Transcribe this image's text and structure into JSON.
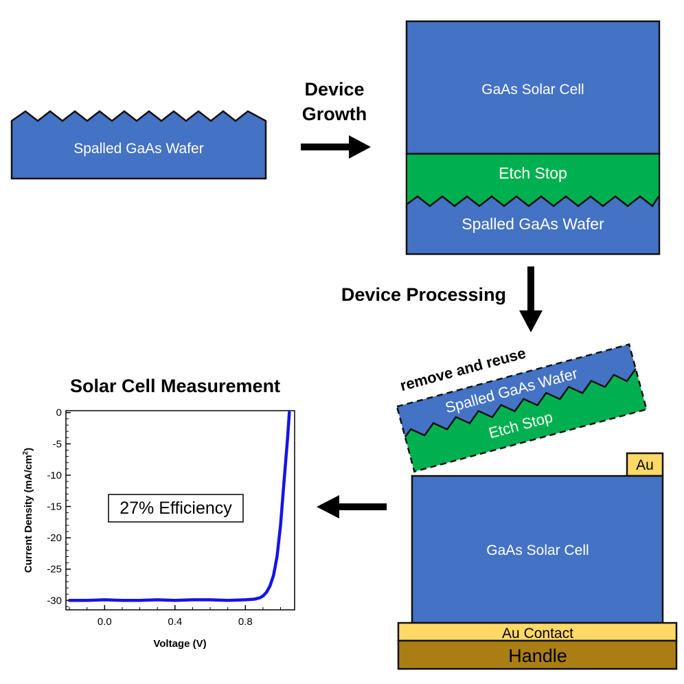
{
  "step1": {
    "wafer_label": "Spalled GaAs Wafer"
  },
  "arrow1": {
    "line1": "Device",
    "line2": "Growth"
  },
  "step2": {
    "cell_label": "GaAs Solar Cell",
    "etch_label": "Etch Stop",
    "wafer_label": "Spalled GaAs Wafer"
  },
  "arrow2": {
    "label": "Device Processing"
  },
  "step3": {
    "remove_label": "remove and reuse",
    "wafer_label": "Spalled GaAs Wafer",
    "etch_label": "Etch Stop",
    "au_label": "Au",
    "cell_label": "GaAs Solar Cell",
    "contact_label": "Au Contact",
    "handle_label": "Handle"
  },
  "plot": {
    "title": "Solar Cell Measurement",
    "annotation": "27% Efficiency"
  },
  "colors": {
    "gaas": "#4472C4",
    "etch": "#00B050",
    "au": "#FFD966",
    "handle": "#AB7E14",
    "curve": "#1414E6"
  },
  "chart_data": {
    "type": "line",
    "xlabel": "Voltage (V)",
    "ylabel": "Current Density (mA/cm²)",
    "xlim": [
      -0.22,
      1.08
    ],
    "ylim": [
      -31.5,
      0.3
    ],
    "xticks": [
      "0.0",
      "0.4",
      "0.8"
    ],
    "yticks": [
      "0",
      "-5",
      "-10",
      "-15",
      "-20",
      "-25",
      "-30"
    ],
    "series": [
      {
        "x": [
          -0.2,
          -0.1,
          0.0,
          0.1,
          0.2,
          0.3,
          0.4,
          0.5,
          0.6,
          0.7,
          0.8,
          0.85,
          0.88,
          0.9,
          0.92,
          0.94,
          0.96,
          0.98,
          1.0,
          1.02,
          1.04,
          1.05
        ],
        "y": [
          -30.0,
          -30.0,
          -29.9,
          -30.0,
          -30.0,
          -29.9,
          -30.0,
          -29.9,
          -29.9,
          -30.0,
          -29.9,
          -29.8,
          -29.6,
          -29.3,
          -28.7,
          -27.7,
          -26.0,
          -23.0,
          -18.0,
          -11.0,
          -4.0,
          0.0
        ]
      }
    ]
  }
}
